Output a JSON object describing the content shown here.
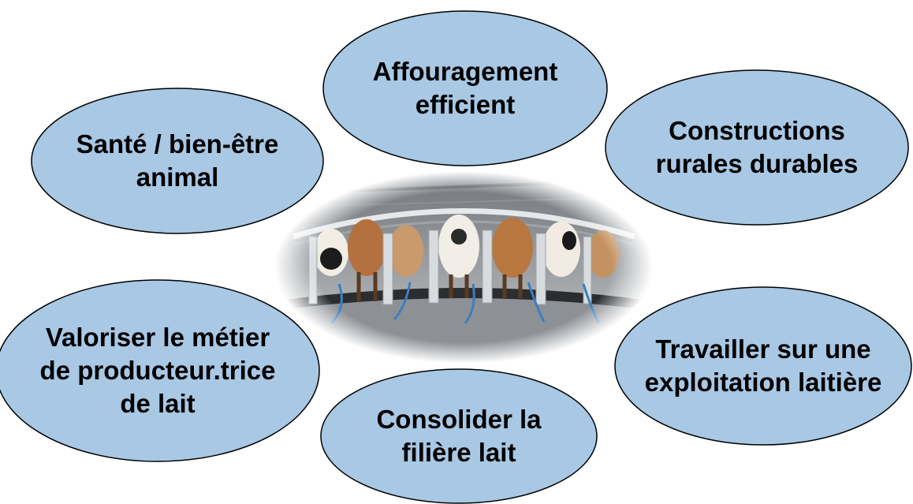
{
  "colors": {
    "bubble_fill": "#a8c8e4",
    "bubble_stroke": "#000000",
    "text": "#000000"
  },
  "center_image": {
    "subject": "rotary milking parlour with cows"
  },
  "topics": [
    {
      "lines": [
        "Affouragement",
        "efficient"
      ]
    },
    {
      "lines": [
        "Santé / bien-être",
        "animal"
      ]
    },
    {
      "lines": [
        "Constructions",
        "rurales durables"
      ]
    },
    {
      "lines": [
        "Valoriser le métier",
        "de producteur.trice",
        "de lait"
      ]
    },
    {
      "lines": [
        "Travailler sur une",
        "exploitation laitière"
      ]
    },
    {
      "lines": [
        "Consolider la",
        "filière lait"
      ]
    }
  ]
}
